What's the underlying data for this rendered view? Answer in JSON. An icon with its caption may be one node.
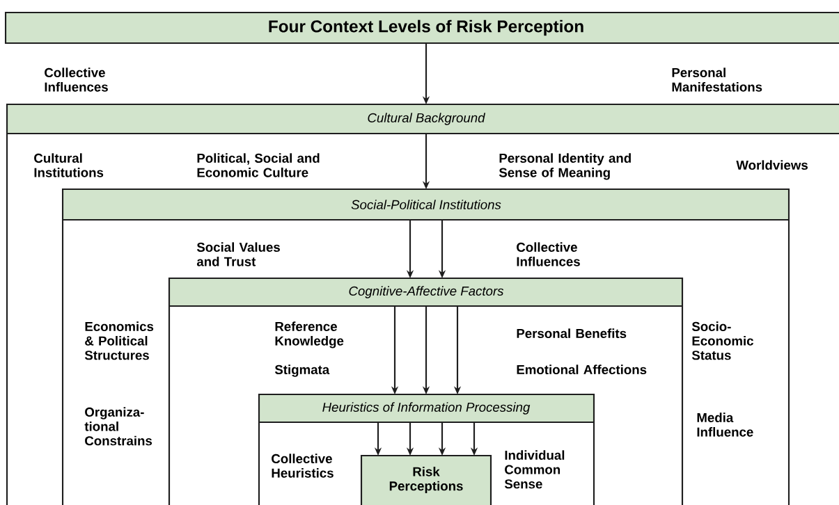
{
  "diagram": {
    "nodes": [
      {
        "text": [
          "Four Context Levels of Risk Perception"
        ]
      },
      {
        "text": [
          "Cultural Background",
          "Cultural Institutions",
          "Political, Social and Economic Culture",
          "Personal Identity and Sense of Meaning",
          "Worldviews"
        ]
      },
      {
        "text": [
          "Social-Political Institutions",
          "Social Values and Trust",
          "Collective Influences",
          "Economics & Political Structures",
          "Socio- Economic Status",
          "Organiza- tional Constrains",
          "Media Influence"
        ],
        "in": 1
      },
      {
        "text": [
          "Cognitive-Affective Factors",
          "Reference Knowledge",
          "Personal Benefits",
          "Stigmata",
          "Emotional Affections"
        ],
        "in": 2
      },
      {
        "text": [
          "Heuristics of Information Processing",
          "Collective Heuristics",
          "Individual Common Sense"
        ],
        "in": 3
      },
      {
        "text": [
          "Risk Perceptions"
        ],
        "in": 4
      }
    ],
    "edges": [
      {
        "from": 0,
        "to": 1,
        "arrow": "to"
      },
      {
        "from": 1,
        "to": 2,
        "arrow": "to"
      },
      {
        "from": 2,
        "to": 3,
        "arrow": "to"
      },
      {
        "from": 2,
        "to": 3,
        "arrow": "to"
      },
      {
        "from": 3,
        "to": 4,
        "arrow": "to"
      },
      {
        "from": 3,
        "to": 4,
        "arrow": "to"
      },
      {
        "from": 3,
        "to": 4,
        "arrow": "to"
      },
      {
        "from": 4,
        "to": 5,
        "arrow": "to"
      },
      {
        "from": 4,
        "to": 5,
        "arrow": "to"
      },
      {
        "from": 4,
        "to": 5,
        "arrow": "to"
      },
      {
        "from": 4,
        "to": 5,
        "arrow": "to"
      }
    ],
    "labels": [
      "Collective Influences",
      "Personal Manifestations"
    ]
  }
}
